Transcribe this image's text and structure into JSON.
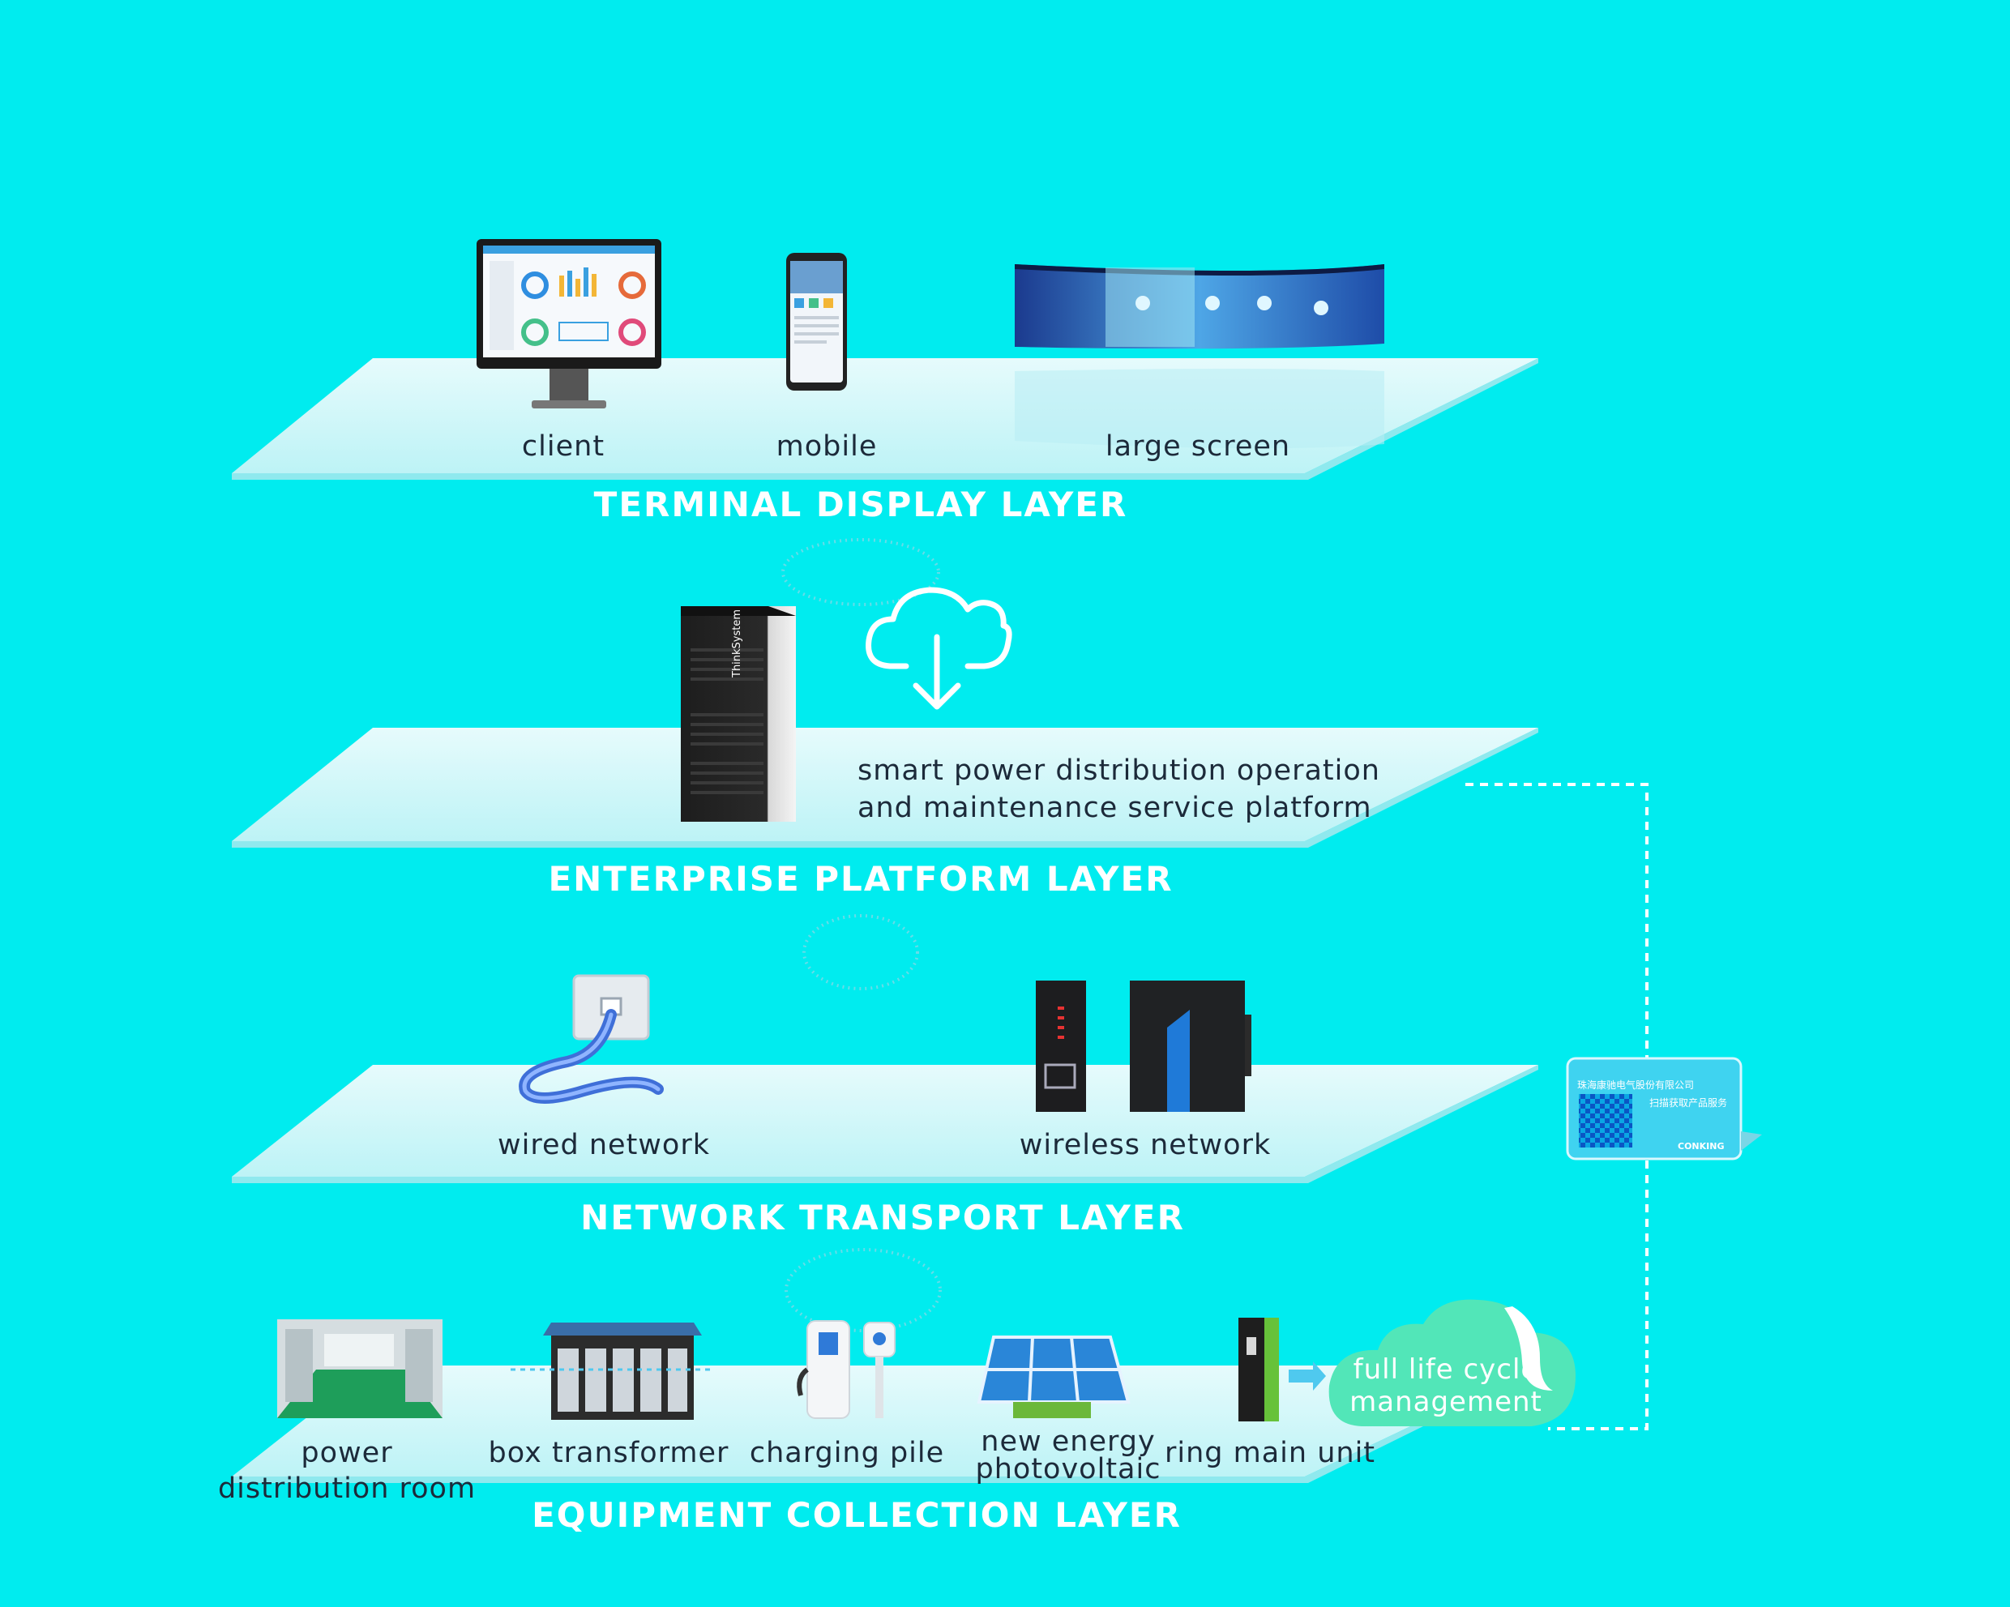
{
  "layers": {
    "terminal": {
      "title": "TERMINAL DISPLAY LAYER",
      "items": [
        "client",
        "mobile",
        "large screen"
      ]
    },
    "enterprise": {
      "title": "ENTERPRISE PLATFORM LAYER",
      "platform_line1": "smart power distribution operation",
      "platform_line2": "and maintenance service platform"
    },
    "network": {
      "title": "NETWORK TRANSPORT LAYER",
      "items": [
        "wired network",
        "wireless network"
      ]
    },
    "equipment": {
      "title": "EQUIPMENT COLLECTION LAYER",
      "items": [
        "power distribution room",
        "box transformer",
        "charging pile",
        "new energy photovoltaic",
        "ring main unit"
      ]
    }
  },
  "lifecycle": {
    "line1": "full life cycle",
    "line2": "management"
  },
  "qr_card": {
    "title": "珠海康驰电气股份有限公司",
    "subtitle": "扫描获取产品服务",
    "brand": "CONKING"
  },
  "server_brand": "ThinkSystem",
  "colors": {
    "background": "#00ecef",
    "platform": "#c9f7f9",
    "title": "#ffffff",
    "text": "#1c2a3a",
    "cloud": "#52e6b8"
  }
}
